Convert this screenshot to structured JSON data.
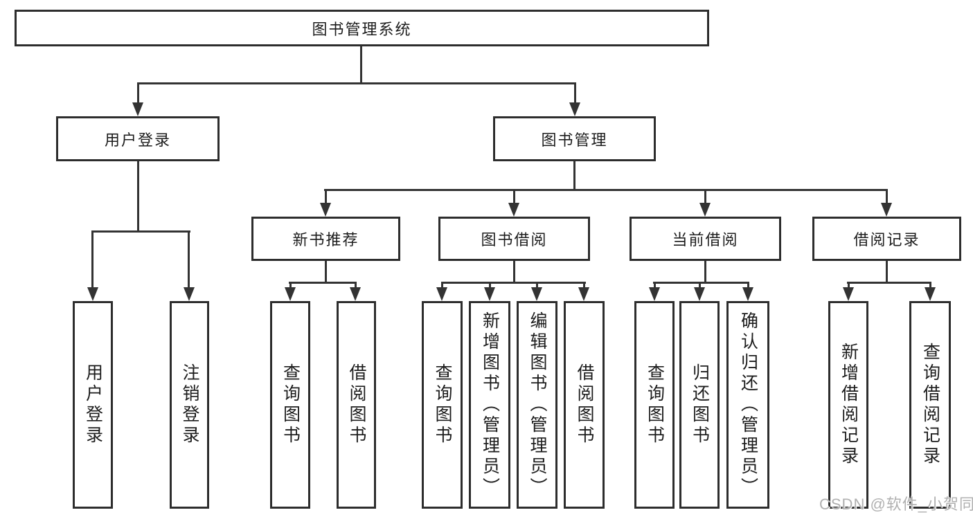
{
  "tree": {
    "root": {
      "label": "图书管理系统",
      "children": [
        {
          "label": "用户登录",
          "children": [
            {
              "label": "用户登录"
            },
            {
              "label": "注销登录"
            }
          ]
        },
        {
          "label": "图书管理",
          "children": [
            {
              "label": "新书推荐",
              "children": [
                {
                  "label": "查询图书"
                },
                {
                  "label": "借阅图书"
                }
              ]
            },
            {
              "label": "图书借阅",
              "children": [
                {
                  "label": "查询图书"
                },
                {
                  "label": "新增图书（管理员）"
                },
                {
                  "label": "编辑图书（管理员）"
                },
                {
                  "label": "借阅图书"
                }
              ]
            },
            {
              "label": "当前借阅",
              "children": [
                {
                  "label": "查询图书"
                },
                {
                  "label": "归还图书"
                },
                {
                  "label": "确认归还（管理员）"
                }
              ]
            },
            {
              "label": "借阅记录",
              "children": [
                {
                  "label": "新增借阅记录"
                },
                {
                  "label": "查询借阅记录"
                }
              ]
            }
          ]
        }
      ]
    }
  },
  "watermark": {
    "text": "CSDN @软件_小贺同学"
  },
  "colors": {
    "line": "#333333",
    "box_border": "#2d2d2d",
    "text": "#1c1c1c",
    "watermark": "#b0b0b0",
    "background": "#ffffff"
  }
}
